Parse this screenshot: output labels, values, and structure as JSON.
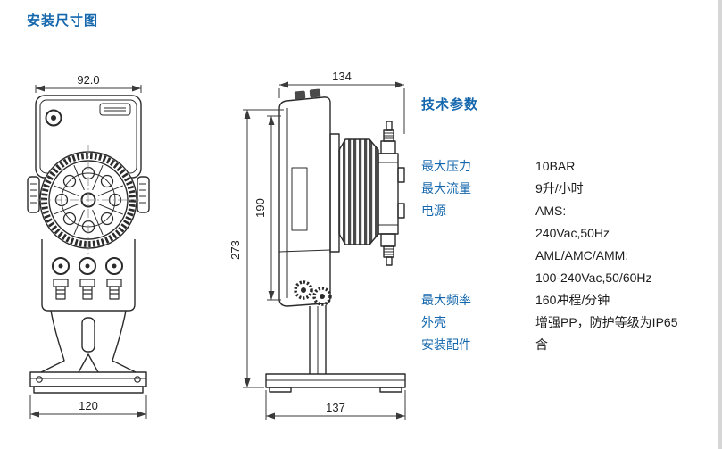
{
  "page": {
    "title": "安装尺寸图"
  },
  "dimensions": {
    "front_width": "92.0",
    "front_base_width": "120",
    "overall_height": "273",
    "body_height": "190",
    "side_width": "134",
    "side_base_width": "137"
  },
  "specs": {
    "heading": "技术参数",
    "rows": [
      {
        "label": "最大压力",
        "value": "10BAR"
      },
      {
        "label": "最大流量",
        "value": "9升/小时"
      },
      {
        "label": "电源",
        "value": "AMS:"
      },
      {
        "label": "",
        "value": "240Vac,50Hz"
      },
      {
        "label": "",
        "value": "AML/AMC/AMM:"
      },
      {
        "label": "",
        "value": "100-240Vac,50/60Hz"
      },
      {
        "label": "最大频率",
        "value": "160冲程/分钟"
      },
      {
        "label": "外壳",
        "value": "增强PP，防护等级为IP65"
      },
      {
        "label": "安装配件",
        "value": "含"
      }
    ]
  },
  "colors": {
    "accent": "#1467ad",
    "drawing_line": "#2b2b2b",
    "dimension_line": "#3a3a3a"
  }
}
